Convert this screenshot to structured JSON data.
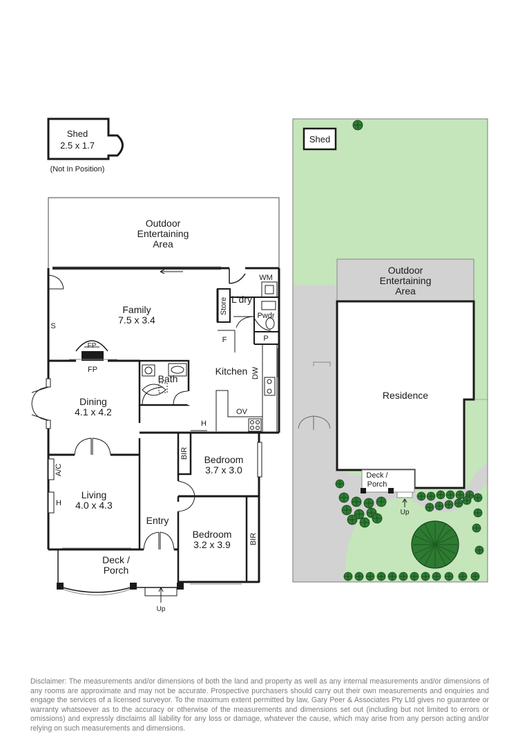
{
  "shed_plan": {
    "name": "Shed",
    "size": "2.5 x 1.7",
    "note": "(Not In Position)"
  },
  "rooms": {
    "outdoor": {
      "line1": "Outdoor",
      "line2": "Entertaining",
      "line3": "Area"
    },
    "family": {
      "name": "Family",
      "size": "7.5 x 3.4"
    },
    "store": "Store",
    "laundry": "L'dry",
    "wm": "WM",
    "powder": "Pwdr",
    "pantry": "P",
    "fridge": "F",
    "kitchen": "Kitchen",
    "dishwasher": "DW",
    "oven": "OV",
    "bath": "Bath",
    "fireplace": "FP",
    "fireplace_label": "FP",
    "s_label": "S",
    "dining": {
      "name": "Dining",
      "size": "4.1 x 4.2"
    },
    "ac": "A/C",
    "heater_living": "H",
    "heater_hall": "H",
    "living": {
      "name": "Living",
      "size": "4.0 x 4.3"
    },
    "entry": "Entry",
    "bedroom1": {
      "name": "Bedroom",
      "size": "3.7 x 3.0"
    },
    "bir1": "BIR",
    "bedroom2": {
      "name": "Bedroom",
      "size": "3.2 x 3.9"
    },
    "bir2": "BIR",
    "deck": {
      "line1": "Deck /",
      "line2": "Porch"
    },
    "up": "Up"
  },
  "site_plan": {
    "shed": "Shed",
    "outdoor": {
      "line1": "Outdoor",
      "line2": "Entertaining",
      "line3": "Area"
    },
    "residence": "Residence",
    "deck": {
      "line1": "Deck /",
      "line2": "Porch"
    },
    "up": "Up"
  },
  "colors": {
    "lawn": "#c5e5bb",
    "paving": "#d2d2d2",
    "wall": "#1a1a1a",
    "tree": "#2e7a32",
    "site_border": "#7a7a7a"
  },
  "disclaimer": "Disclaimer: The measurements and/or dimensions of both the land and property as well as any internal measurements and/or dimensions of any rooms are approximate and may not be accurate. Prospective purchasers should carry out their own measurements and enquiries and engage the services of a licensed surveyor. To the maximum extent permitted by law, Gary Peer & Associates Pty Ltd gives no guarantee or warranty whatsoever as to the accuracy or otherwise of the measurements and dimensions set out (including but not limited to errors or omissions) and expressly disclaims all liability for any loss or damage, whatever the cause, which may arise from any person acting and/or relying on such measurements and dimensions."
}
